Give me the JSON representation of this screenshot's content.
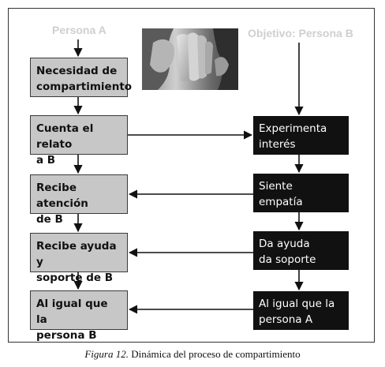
{
  "headers": {
    "left": "Persona A",
    "right": "Objetivo: Persona B"
  },
  "left_boxes": [
    "Necesidad de\ncompartimiento",
    "Cuenta el relato\na B",
    "Recibe atención\nde B",
    "Recibe ayuda y\nsoporte de B",
    "Al igual que la\npersona B"
  ],
  "right_boxes": [
    "Experimenta\ninterés",
    "Siente\nempatía",
    "Da ayuda\nda soporte",
    "Al igual que la\npersona A"
  ],
  "image": {
    "icon": "whispering-person-photo"
  },
  "caption": {
    "label": "Figura 12.",
    "text": " Dinámica del proceso de compartimiento"
  },
  "colors": {
    "left_box_fill": "#c7c7c7",
    "right_box_fill": "#111111",
    "header_text": "#cfcfcf",
    "arrow": "#111111"
  }
}
